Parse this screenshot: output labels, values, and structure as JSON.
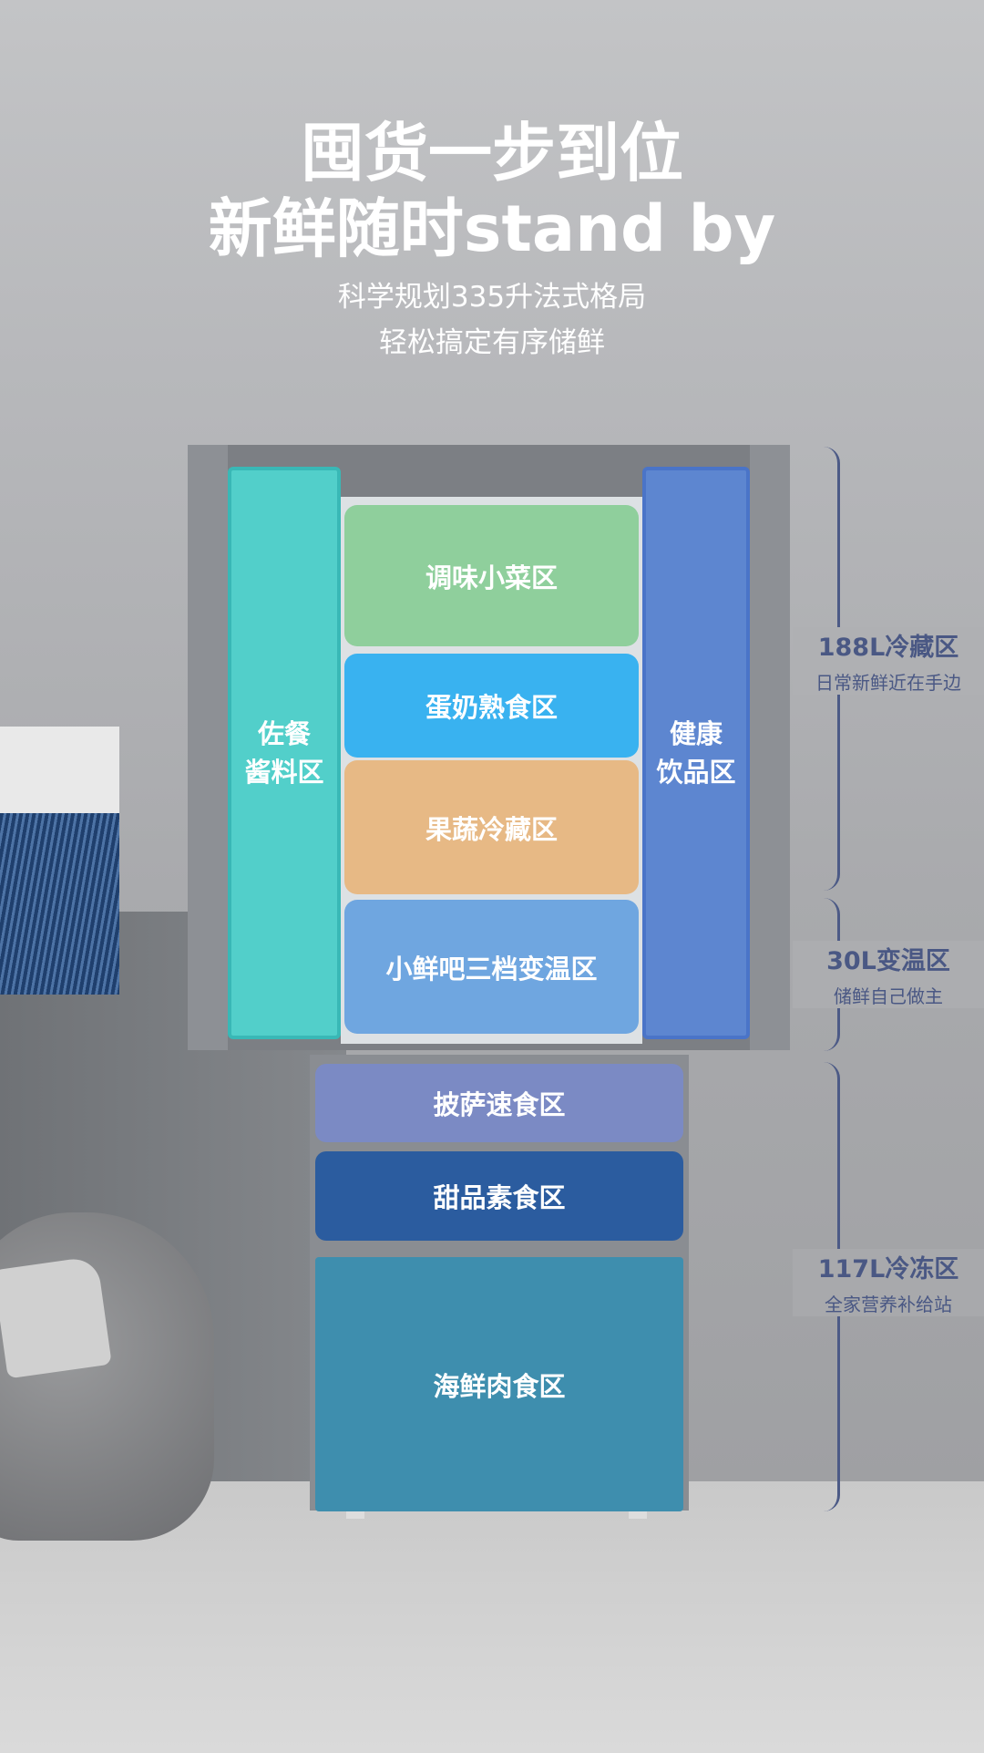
{
  "headline": {
    "line1": "囤货一步到位",
    "line2": "新鲜随时stand by"
  },
  "subheadline": {
    "line1": "科学规划335升法式格局",
    "line2": "轻松搞定有序储鲜"
  },
  "doors": {
    "left": [
      "佐餐",
      "酱料区"
    ],
    "right": [
      "健康",
      "饮品区"
    ]
  },
  "shelves": [
    "调味小菜区",
    "蛋奶熟食区",
    "果蔬冷藏区",
    "小鲜吧三档变温区"
  ],
  "drawers": [
    "披萨速食区",
    "甜品素食区",
    "海鲜肉食区"
  ],
  "zones": [
    {
      "title": "188L冷藏区",
      "desc": "日常新鲜近在手边"
    },
    {
      "title": "30L变温区",
      "desc": "储鲜自己做主"
    },
    {
      "title": "117L冷冻区",
      "desc": "全家营养补给站"
    }
  ],
  "colors": {
    "left_door": "#4ed6d0",
    "right_door": "#5a87d7",
    "zone_text": "#4a5884"
  }
}
